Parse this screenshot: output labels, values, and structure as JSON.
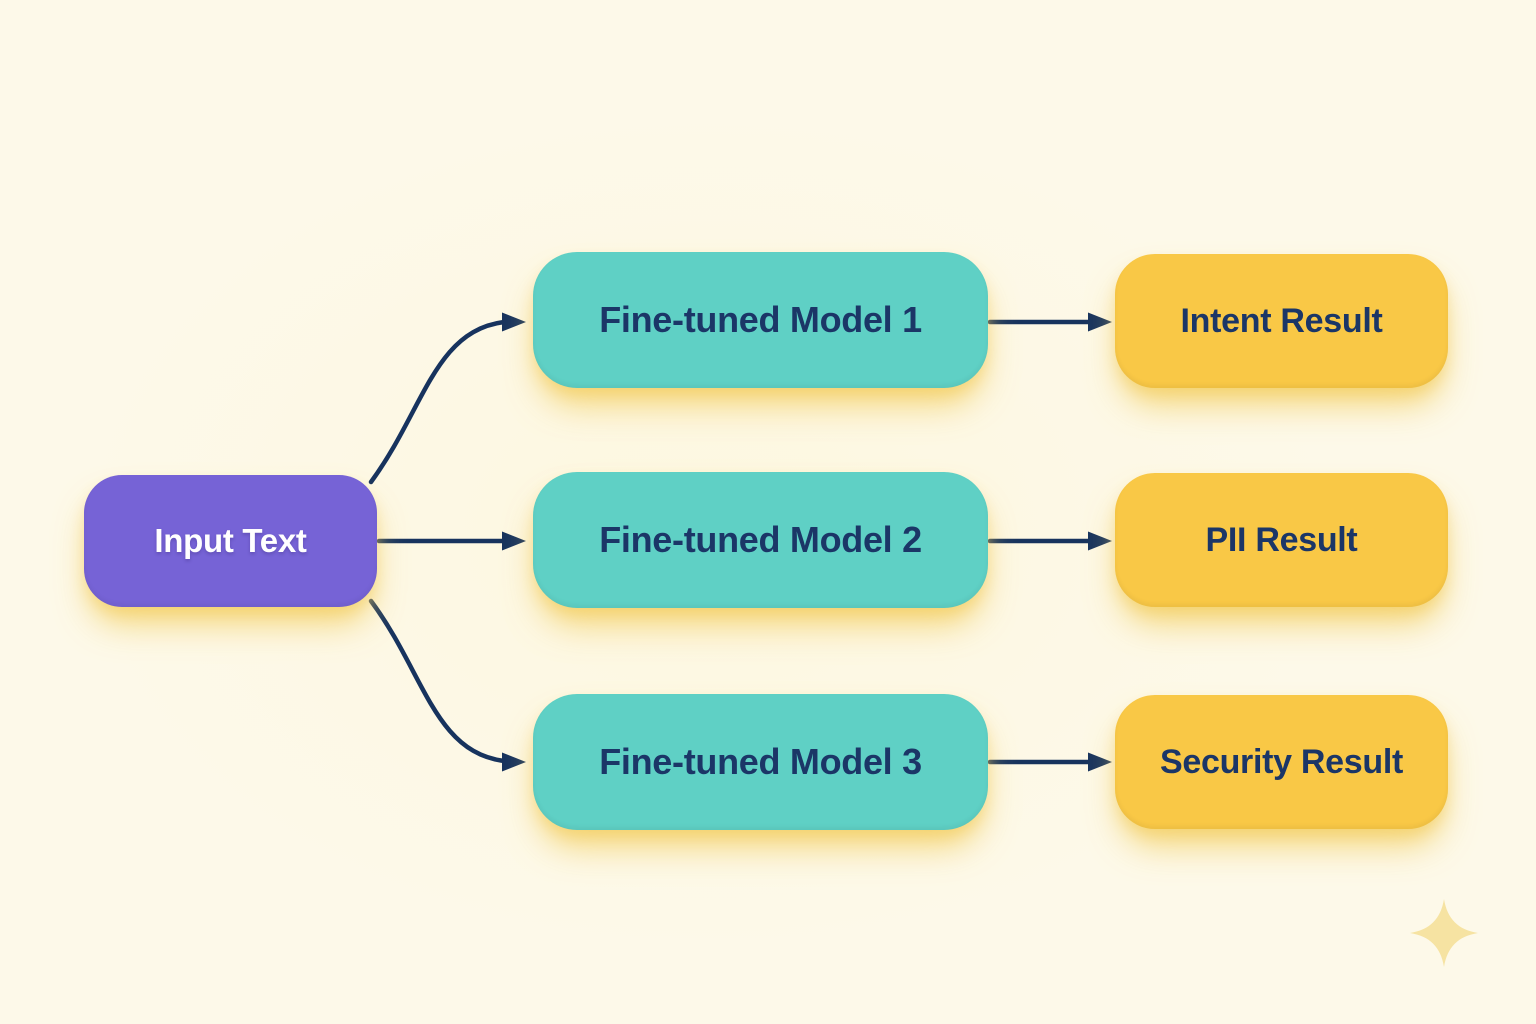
{
  "diagram": {
    "input_node": {
      "label": "Input Text"
    },
    "models": [
      {
        "label": "Fine-tuned Model 1"
      },
      {
        "label": "Fine-tuned Model 2"
      },
      {
        "label": "Fine-tuned Model 3"
      }
    ],
    "results": [
      {
        "label": "Intent Result"
      },
      {
        "label": "PII Result"
      },
      {
        "label": "Security Result"
      }
    ],
    "connections": [
      {
        "from": "Input Text",
        "to": "Fine-tuned Model 1"
      },
      {
        "from": "Input Text",
        "to": "Fine-tuned Model 2"
      },
      {
        "from": "Input Text",
        "to": "Fine-tuned Model 3"
      },
      {
        "from": "Fine-tuned Model 1",
        "to": "Intent Result"
      },
      {
        "from": "Fine-tuned Model 2",
        "to": "PII Result"
      },
      {
        "from": "Fine-tuned Model 3",
        "to": "Security Result"
      }
    ],
    "colors": {
      "background": "#FDF9E9",
      "input_fill": "#7663D6",
      "model_fill": "#5FD0C5",
      "result_fill": "#F9C846",
      "arrow": "#17335E",
      "text_dark": "#1B3667",
      "text_light": "#FFFFFF",
      "sparkle": "#F6E3A2"
    }
  }
}
